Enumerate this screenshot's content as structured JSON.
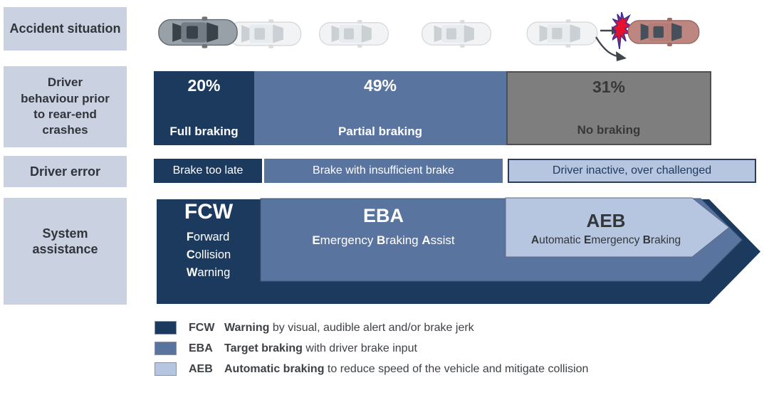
{
  "colors": {
    "navy": "#1c3a5e",
    "medium_blue": "#5a74a0",
    "light_blue": "#b6c6e0",
    "grey": "#7e7e7e",
    "grey_border": "#4f4f4f",
    "label_bg": "#cad2e1",
    "label_text": "#31353b",
    "collision_red": "#e8112d",
    "collision_outline": "#3d2f96"
  },
  "row_labels": {
    "accident_situation": "Accident situation",
    "driver_behaviour_lines": [
      "Driver",
      "behaviour prior",
      "to rear-end",
      "crashes"
    ],
    "driver_error": "Driver error",
    "system_assistance_lines": [
      "System",
      "assistance"
    ]
  },
  "behaviour_bar": {
    "segments": [
      {
        "pct": "20%",
        "label": "Full braking"
      },
      {
        "pct": "49%",
        "label": "Partial braking"
      },
      {
        "pct": "31%",
        "label": "No braking"
      }
    ]
  },
  "driver_error_bar": {
    "segments": [
      {
        "label": "Brake too late"
      },
      {
        "label": "Brake with insufficient brake"
      },
      {
        "label": "Driver inactive, over challenged"
      }
    ]
  },
  "system_assistance": {
    "fcw": {
      "abbr": "FCW",
      "words": [
        [
          "F",
          "orward"
        ],
        [
          "C",
          "ollision"
        ],
        [
          "W",
          "arning"
        ]
      ]
    },
    "eba": {
      "abbr": "EBA",
      "words": [
        [
          "E",
          "mergency"
        ],
        [
          "B",
          "raking"
        ],
        [
          "A",
          "ssist"
        ]
      ]
    },
    "aeb": {
      "abbr": "AEB",
      "words": [
        [
          "A",
          "utomatic"
        ],
        [
          "E",
          "mergency"
        ],
        [
          "B",
          "raking"
        ]
      ]
    }
  },
  "legend": {
    "items": [
      {
        "abbr": "FCW",
        "strong": "Warning",
        "rest": " by visual, audible alert and/or brake jerk"
      },
      {
        "abbr": "EBA",
        "strong": "Target braking",
        "rest": " with driver brake input"
      },
      {
        "abbr": "AEB",
        "strong": "Automatic braking",
        "rest": " to reduce speed of the vehicle and mitigate collision"
      }
    ]
  },
  "chart_data": {
    "type": "bar",
    "title": "Driver behaviour prior to rear-end crashes",
    "categories": [
      "Full braking",
      "Partial braking",
      "No braking"
    ],
    "values": [
      20,
      49,
      31
    ],
    "unit": "%",
    "legend_position": "bottom"
  }
}
